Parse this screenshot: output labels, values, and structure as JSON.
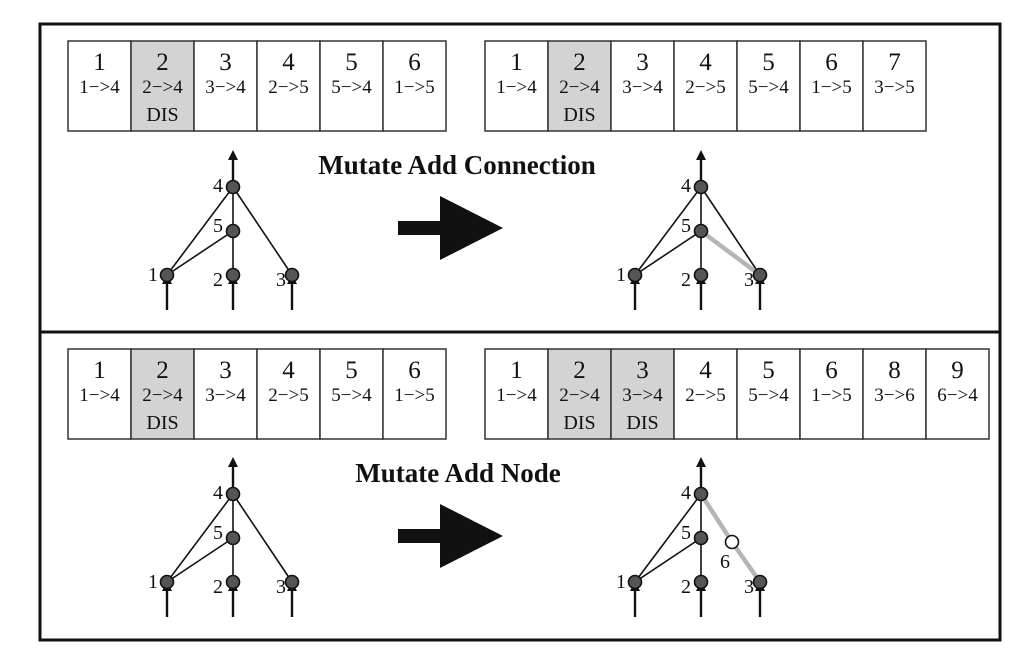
{
  "colors": {
    "disabled_fill": "#d3d3d3",
    "enabled_fill": "#ffffff",
    "node_fill": "#555555",
    "new_node_fill": "#ffffff",
    "new_edge": "#b5b5b5",
    "line": "#111111"
  },
  "panels": [
    {
      "title": "Mutate Add Connection",
      "before": {
        "genes": [
          {
            "id": "1",
            "conn": "1−>4",
            "disabled": false
          },
          {
            "id": "2",
            "conn": "2−>4",
            "disabled": true,
            "status": "DIS"
          },
          {
            "id": "3",
            "conn": "3−>4",
            "disabled": false
          },
          {
            "id": "4",
            "conn": "2−>5",
            "disabled": false
          },
          {
            "id": "5",
            "conn": "5−>4",
            "disabled": false
          },
          {
            "id": "6",
            "conn": "1−>5",
            "disabled": false
          }
        ],
        "network": {
          "nodes": [
            {
              "id": "1",
              "label": "1"
            },
            {
              "id": "2",
              "label": "2"
            },
            {
              "id": "3",
              "label": "3"
            },
            {
              "id": "4",
              "label": "4"
            },
            {
              "id": "5",
              "label": "5"
            }
          ],
          "edges": [
            {
              "from": "1",
              "to": "4",
              "new": false
            },
            {
              "from": "3",
              "to": "4",
              "new": false
            },
            {
              "from": "2",
              "to": "5",
              "new": false
            },
            {
              "from": "5",
              "to": "4",
              "new": false
            },
            {
              "from": "1",
              "to": "5",
              "new": false
            }
          ]
        }
      },
      "after": {
        "genes": [
          {
            "id": "1",
            "conn": "1−>4",
            "disabled": false
          },
          {
            "id": "2",
            "conn": "2−>4",
            "disabled": true,
            "status": "DIS"
          },
          {
            "id": "3",
            "conn": "3−>4",
            "disabled": false
          },
          {
            "id": "4",
            "conn": "2−>5",
            "disabled": false
          },
          {
            "id": "5",
            "conn": "5−>4",
            "disabled": false
          },
          {
            "id": "6",
            "conn": "1−>5",
            "disabled": false
          },
          {
            "id": "7",
            "conn": "3−>5",
            "disabled": false
          }
        ],
        "network": {
          "nodes": [
            {
              "id": "1",
              "label": "1"
            },
            {
              "id": "2",
              "label": "2"
            },
            {
              "id": "3",
              "label": "3"
            },
            {
              "id": "4",
              "label": "4"
            },
            {
              "id": "5",
              "label": "5"
            }
          ],
          "edges": [
            {
              "from": "1",
              "to": "4",
              "new": false
            },
            {
              "from": "3",
              "to": "4",
              "new": false
            },
            {
              "from": "2",
              "to": "5",
              "new": false
            },
            {
              "from": "5",
              "to": "4",
              "new": false
            },
            {
              "from": "1",
              "to": "5",
              "new": false
            },
            {
              "from": "5",
              "to": "3",
              "new": true
            }
          ]
        }
      }
    },
    {
      "title": "Mutate Add Node",
      "before": {
        "genes": [
          {
            "id": "1",
            "conn": "1−>4",
            "disabled": false
          },
          {
            "id": "2",
            "conn": "2−>4",
            "disabled": true,
            "status": "DIS"
          },
          {
            "id": "3",
            "conn": "3−>4",
            "disabled": false
          },
          {
            "id": "4",
            "conn": "2−>5",
            "disabled": false
          },
          {
            "id": "5",
            "conn": "5−>4",
            "disabled": false
          },
          {
            "id": "6",
            "conn": "1−>5",
            "disabled": false
          }
        ],
        "network": {
          "nodes": [
            {
              "id": "1",
              "label": "1"
            },
            {
              "id": "2",
              "label": "2"
            },
            {
              "id": "3",
              "label": "3"
            },
            {
              "id": "4",
              "label": "4"
            },
            {
              "id": "5",
              "label": "5"
            }
          ],
          "edges": [
            {
              "from": "1",
              "to": "4",
              "new": false
            },
            {
              "from": "3",
              "to": "4",
              "new": false
            },
            {
              "from": "2",
              "to": "5",
              "new": false
            },
            {
              "from": "5",
              "to": "4",
              "new": false
            },
            {
              "from": "1",
              "to": "5",
              "new": false
            }
          ]
        }
      },
      "after": {
        "genes": [
          {
            "id": "1",
            "conn": "1−>4",
            "disabled": false
          },
          {
            "id": "2",
            "conn": "2−>4",
            "disabled": true,
            "status": "DIS"
          },
          {
            "id": "3",
            "conn": "3−>4",
            "disabled": true,
            "status": "DIS"
          },
          {
            "id": "4",
            "conn": "2−>5",
            "disabled": false
          },
          {
            "id": "5",
            "conn": "5−>4",
            "disabled": false
          },
          {
            "id": "6",
            "conn": "1−>5",
            "disabled": false
          },
          {
            "id": "8",
            "conn": "3−>6",
            "disabled": false
          },
          {
            "id": "9",
            "conn": "6−>4",
            "disabled": false
          }
        ],
        "network": {
          "nodes": [
            {
              "id": "1",
              "label": "1"
            },
            {
              "id": "2",
              "label": "2"
            },
            {
              "id": "3",
              "label": "3"
            },
            {
              "id": "4",
              "label": "4"
            },
            {
              "id": "5",
              "label": "5"
            },
            {
              "id": "6",
              "label": "6",
              "new": true
            }
          ],
          "edges": [
            {
              "from": "1",
              "to": "4",
              "new": false
            },
            {
              "from": "2",
              "to": "5",
              "new": false
            },
            {
              "from": "5",
              "to": "4",
              "new": false
            },
            {
              "from": "1",
              "to": "5",
              "new": false
            },
            {
              "from": "3",
              "to": "6",
              "new": true
            },
            {
              "from": "6",
              "to": "4",
              "new": true
            }
          ]
        }
      }
    }
  ]
}
